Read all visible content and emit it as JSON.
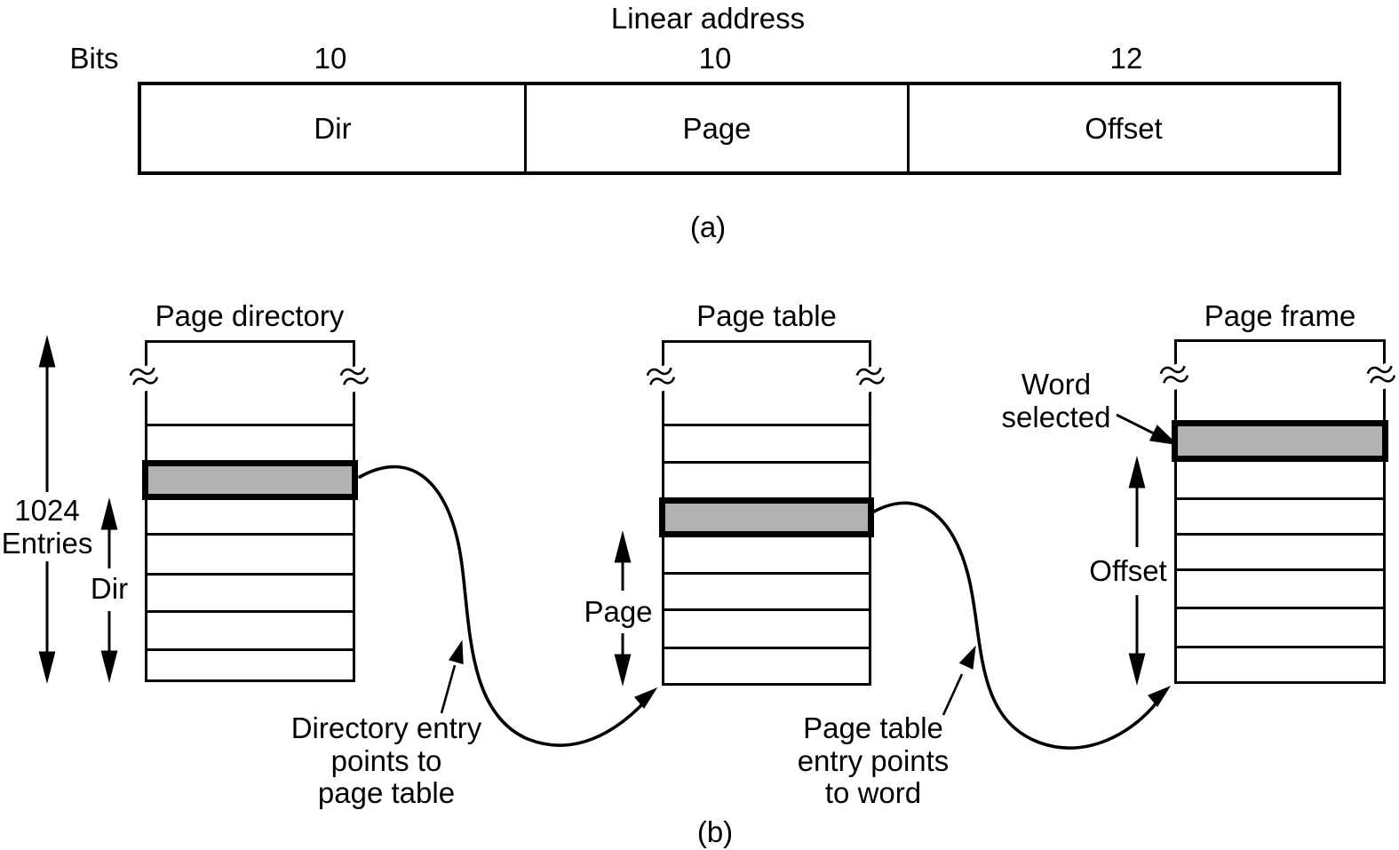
{
  "part_a": {
    "title": "Linear address",
    "bits_label": "Bits",
    "fields": [
      {
        "bits": "10",
        "label": "Dir"
      },
      {
        "bits": "10",
        "label": "Page"
      },
      {
        "bits": "12",
        "label": "Offset"
      }
    ],
    "caption": "(a)"
  },
  "part_b": {
    "page_directory": {
      "title": "Page directory",
      "entries_label": [
        "1024",
        "Entries"
      ],
      "index_label": "Dir"
    },
    "page_table": {
      "title": "Page table",
      "index_label": "Page"
    },
    "page_frame": {
      "title": "Page frame",
      "offset_label": "Offset",
      "word_selected": [
        "Word",
        "selected"
      ]
    },
    "annotations": {
      "directory_note": [
        "Directory entry",
        "points to",
        "page table"
      ],
      "page_table_note": [
        "Page table",
        "entry points",
        "to word"
      ]
    },
    "caption": "(b)"
  },
  "colors": {
    "highlight_fill": "#b2b2b2",
    "line": "#000000",
    "background": "#ffffff"
  }
}
